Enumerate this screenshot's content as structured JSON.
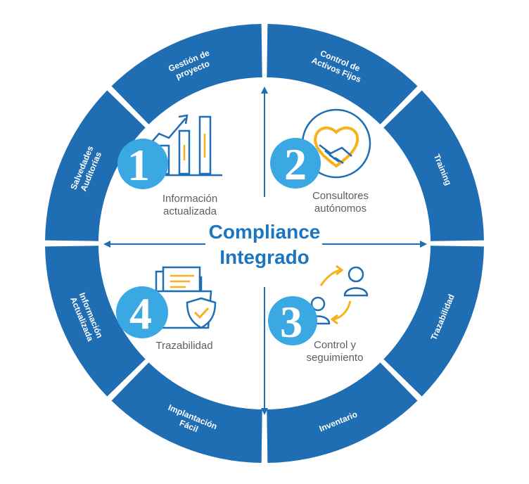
{
  "center": {
    "line1": "Compliance",
    "line2": "Integrado"
  },
  "ring_segments": [
    {
      "id": "gestion",
      "lines": [
        "Gestión de",
        "proyecto"
      ]
    },
    {
      "id": "control-activos",
      "lines": [
        "Control de",
        "Activos Fijos"
      ]
    },
    {
      "id": "training",
      "lines": [
        "Training"
      ]
    },
    {
      "id": "trazabilidad",
      "lines": [
        "Trazabilidad"
      ]
    },
    {
      "id": "inventario",
      "lines": [
        "Inventario"
      ]
    },
    {
      "id": "implantacion",
      "lines": [
        "Implantación",
        "Fácil"
      ]
    },
    {
      "id": "informacion",
      "lines": [
        "Información",
        "Actualizada"
      ]
    },
    {
      "id": "salvedades",
      "lines": [
        "Salvedades",
        "Auditorías"
      ]
    }
  ],
  "quadrants": [
    {
      "number": "1",
      "lines": [
        "Información",
        "actualizada"
      ],
      "icon": "chart-growth-icon"
    },
    {
      "number": "2",
      "lines": [
        "Consultores",
        "autónomos"
      ],
      "icon": "handshake-icon"
    },
    {
      "number": "3",
      "lines": [
        "Control y",
        "seguimiento"
      ],
      "icon": "people-exchange-icon"
    },
    {
      "number": "4",
      "lines": [
        "Trazabilidad"
      ],
      "icon": "folder-shield-icon"
    }
  ],
  "colors": {
    "ring": "#1f6db3",
    "ring_divider": "#ffffff",
    "circle_number": "#3aa8e3",
    "accent_yellow": "#f5b21b",
    "center_text": "#1a75c2",
    "axis": "#1f6db3",
    "icon_blue": "#1f6db3",
    "label_gray": "#5a5f66"
  }
}
